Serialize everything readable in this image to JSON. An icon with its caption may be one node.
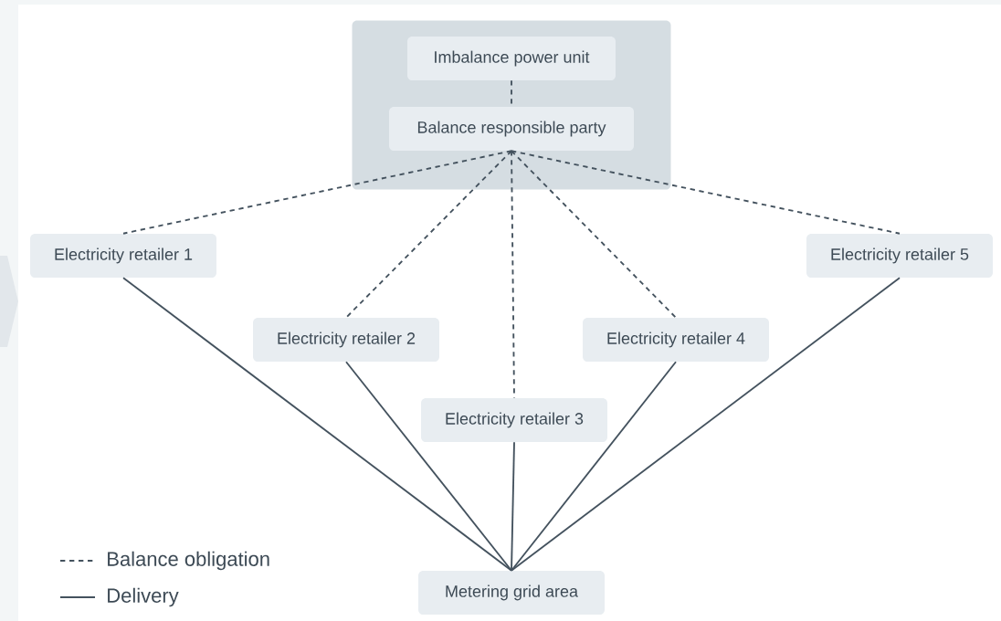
{
  "diagram": {
    "nodes": [
      {
        "text": [],
        "shape": "box"
      },
      {
        "text": [
          "Imbalance power unit"
        ],
        "in": 0
      },
      {
        "text": [
          "Balance responsible party"
        ],
        "in": 0
      },
      {
        "text": [
          "Electricity retailer 1"
        ]
      },
      {
        "text": [
          "Electricity retailer 2"
        ]
      },
      {
        "text": [
          "Electricity retailer 3"
        ]
      },
      {
        "text": [
          "Electricity retailer 4"
        ]
      },
      {
        "text": [
          "Electricity retailer 5"
        ]
      },
      {
        "text": [
          "Metering grid area"
        ]
      }
    ],
    "edges": [
      {
        "from": 1,
        "to": 2,
        "arrow": "none",
        "style": "dashed"
      },
      {
        "from": 2,
        "to": 3,
        "arrow": "none",
        "style": "dashed"
      },
      {
        "from": 2,
        "to": 4,
        "arrow": "none",
        "style": "dashed"
      },
      {
        "from": 2,
        "to": 5,
        "arrow": "none",
        "style": "dashed"
      },
      {
        "from": 2,
        "to": 6,
        "arrow": "none",
        "style": "dashed"
      },
      {
        "from": 2,
        "to": 7,
        "arrow": "none",
        "style": "dashed"
      },
      {
        "from": 3,
        "to": 8,
        "arrow": "none"
      },
      {
        "from": 4,
        "to": 8,
        "arrow": "none"
      },
      {
        "from": 5,
        "to": 8,
        "arrow": "none"
      },
      {
        "from": 6,
        "to": 8,
        "arrow": "none"
      },
      {
        "from": 7,
        "to": 8,
        "arrow": "none"
      }
    ],
    "legend": [
      {
        "text": "Balance obligation"
      },
      {
        "text": "Delivery"
      }
    ]
  }
}
